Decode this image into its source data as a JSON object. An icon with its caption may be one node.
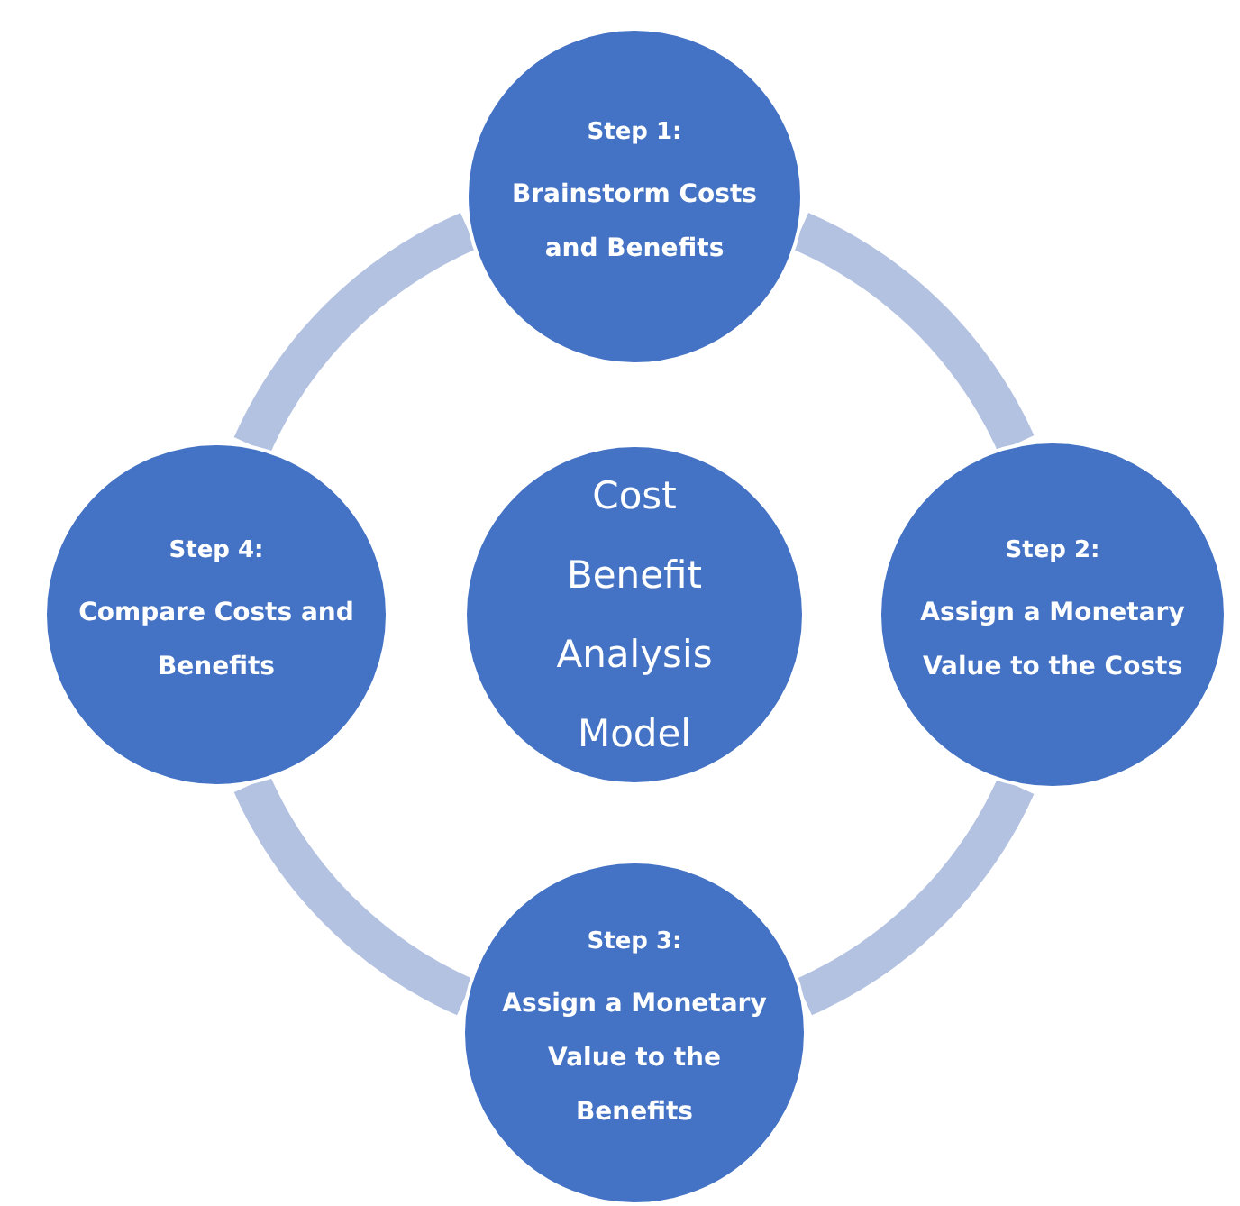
{
  "diagram": {
    "nodes": [
      {
        "text": [
          "Step 1:",
          "Brainstorm Costs and Benefits"
        ]
      },
      {
        "text": [
          "Step 4:",
          "Compare Costs and Benefits"
        ]
      },
      {
        "text": [
          "Cost Benefit Analysis Model"
        ]
      },
      {
        "text": [
          "Step 2:",
          "Assign a Monetary Value to the Costs"
        ]
      },
      {
        "text": [
          "Step 3:",
          "Assign a Monetary Value to the Benefits"
        ]
      }
    ],
    "edges": [
      {
        "from": 0,
        "to": 3,
        "arrow": "none"
      },
      {
        "from": 3,
        "to": 4,
        "arrow": "none"
      },
      {
        "from": 4,
        "to": 1,
        "arrow": "none"
      },
      {
        "from": 1,
        "to": 0,
        "arrow": "none"
      }
    ]
  }
}
